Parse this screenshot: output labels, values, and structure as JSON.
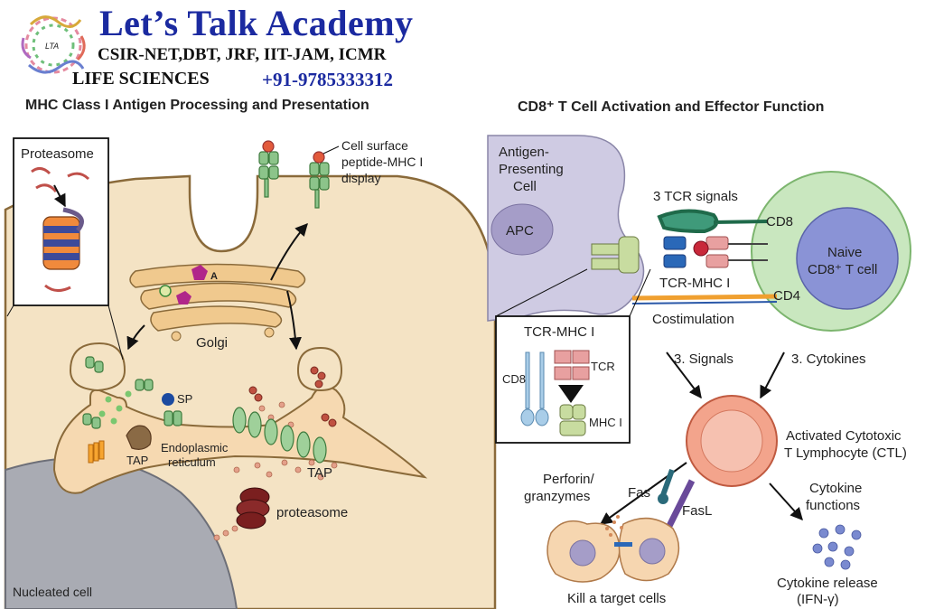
{
  "header": {
    "title": "Let’s Talk Academy",
    "subtitle": "CSIR-NET,DBT, JRF, IIT-JAM, ICMR",
    "line3": "LIFE SCIENCES",
    "phone": "+91-9785333312",
    "logo_text": "LTA"
  },
  "left_panel": {
    "title": "MHC Class I Antigen Processing and Presentation",
    "labels": {
      "proteasome_box": "Proteasome",
      "surface_display": [
        "Cell surface",
        "peptide-MHC I",
        "display"
      ],
      "golgi": "Golgi",
      "sp": "SP",
      "tap_left": "TAP",
      "er": [
        "Endoplasmic",
        "reticulum"
      ],
      "tap_right": "TAP",
      "proteasome": "proteasome",
      "nucleated_cell": "Nucleated cell",
      "golgi_a": "A"
    }
  },
  "right_panel": {
    "title": "CD8⁺ T Cell Activation and Effector Function",
    "labels": {
      "apc_title": [
        "Antigen-",
        "Presenting",
        "Cell"
      ],
      "apc": "APC",
      "tcr_signals": "3 TCR signals",
      "cd8": "CD8",
      "naive": [
        "Naive",
        "CD8⁺ T cell"
      ],
      "tcr_mhc": "TCR-MHC I",
      "cd4": "CD4",
      "costimulation": "Costimulation",
      "inset_title": "TCR-MHC I",
      "inset_cd8": "CD8",
      "inset_tcr": "TCR",
      "inset_mhc": "MHC I",
      "signals": "3.  Signals",
      "cytokines": "3. Cytokines",
      "activated": [
        "Activated Cytotoxic",
        "T Lymphocyte (CTL)"
      ],
      "perforin": [
        "Perforin/",
        "granzymes"
      ],
      "fas": "Fas",
      "fasl": "FasL",
      "cytokine_functions": [
        "Cytokine",
        "functions"
      ],
      "kill": "Kill a target cells",
      "cytokine_release": [
        "Cytokine release",
        "(IFN-γ)"
      ]
    }
  },
  "colors": {
    "brand_blue": "#1b2aa0",
    "cell_fill": "#f4e3c4",
    "cell_stroke": "#8a6a3a",
    "mhc_green": "#8cc48a",
    "apc_purple": "#cfcbe3",
    "tcell_green": "#c9e7bf",
    "nucleus_blue": "#8a93d6",
    "ctl_salmon": "#f3a48c"
  }
}
